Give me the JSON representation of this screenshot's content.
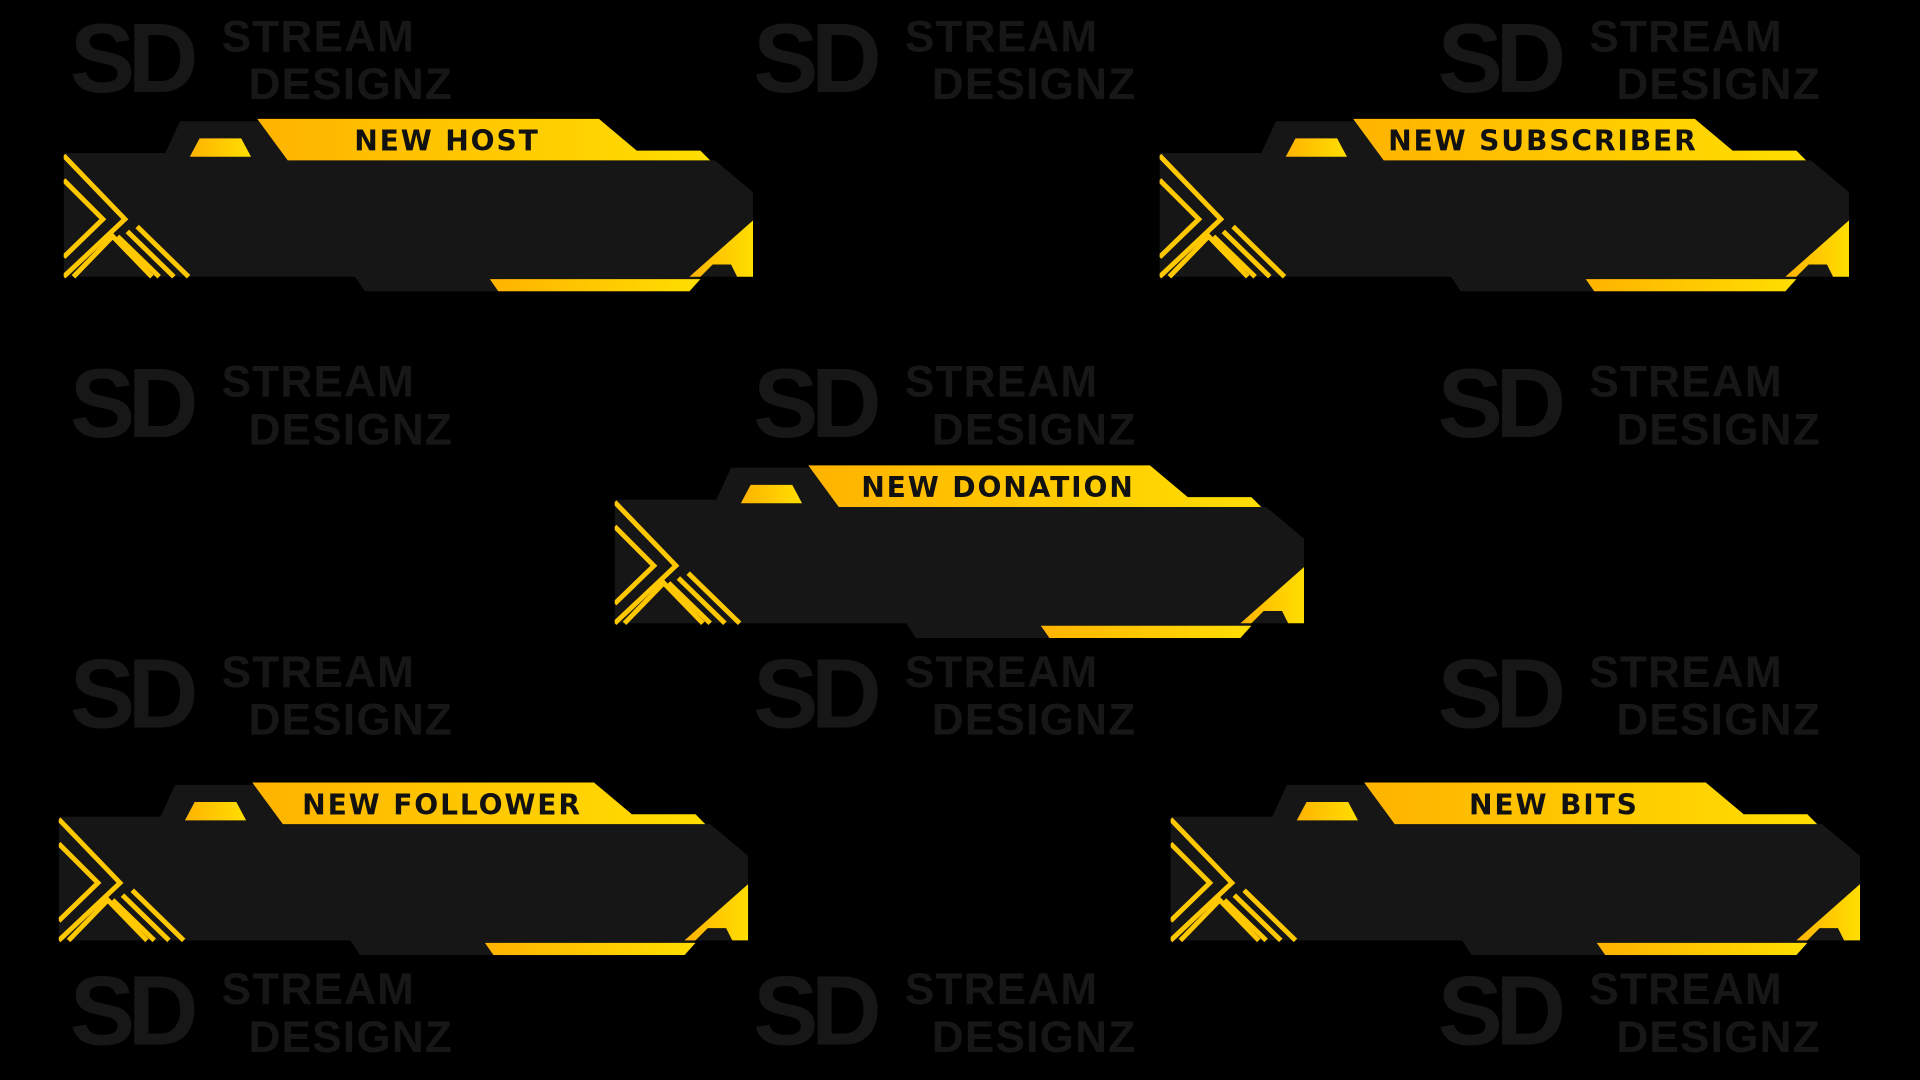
{
  "watermark": {
    "mark": "SD",
    "line1": "STREAM",
    "line2": "DESIGNZ"
  },
  "alerts": [
    {
      "label": "NEW HOST"
    },
    {
      "label": "NEW SUBSCRIBER"
    },
    {
      "label": "NEW DONATION"
    },
    {
      "label": "NEW FOLLOWER"
    },
    {
      "label": "NEW BITS"
    }
  ],
  "colors": {
    "accent": "#ffc400",
    "accent_light": "#ffe000",
    "panel": "#161616",
    "background": "#000000"
  }
}
